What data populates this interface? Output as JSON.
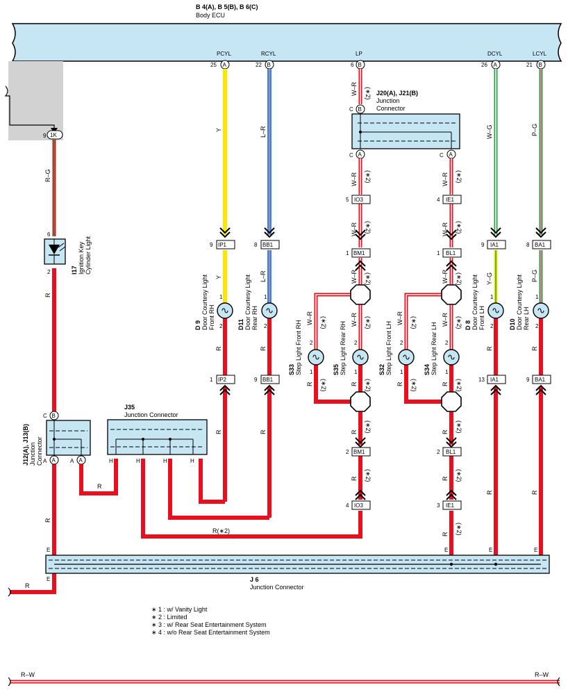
{
  "ecu": {
    "connector_title": "B 4(A), B 5(B), B 6(C)",
    "name": "Body ECU"
  },
  "pins": {
    "pcyl": {
      "name": "PCYL",
      "num": "25",
      "conn": "A"
    },
    "rcyl": {
      "name": "RCYL",
      "num": "22",
      "conn": "B"
    },
    "lp": {
      "name": "LP",
      "num": "6",
      "conn": "B"
    },
    "dcyl": {
      "name": "DCYL",
      "num": "26",
      "conn": "A"
    },
    "lcyl": {
      "name": "LCYL",
      "num": "21",
      "conn": "B"
    },
    "k1": {
      "num": "9",
      "conn": "1K"
    }
  },
  "wires": {
    "y": "Y",
    "lr": "L–R",
    "wr": "W–R",
    "wg": "W–G",
    "pg": "P–G",
    "rg": "R–G",
    "r": "R",
    "yg": "Y–G",
    "rw": "R–W",
    "r2": "R(∗2)",
    "note2": "(∗2)"
  },
  "junctions": {
    "j20": {
      "title": "J20(A), J21(B)",
      "line1": "Junction",
      "line2": "Connector",
      "c": "C",
      "b": "B",
      "a": "A"
    },
    "j35": {
      "title": "J35",
      "name": "Junction Connector",
      "h": "H"
    },
    "j12": {
      "title": "J12(A), J13(B)",
      "line1": "Junction",
      "line2": "Connector",
      "c": "C",
      "b": "B",
      "a": "A"
    },
    "j6": {
      "title": "J 6",
      "name": "Junction Connector",
      "e": "E"
    }
  },
  "connectors": {
    "ip1": "IP1",
    "bb1": "BB1",
    "io3": "IO3",
    "bm1": "BM1",
    "ie1": "IE1",
    "bl1": "BL1",
    "ia1": "IA1",
    "ba1": "BA1",
    "ip2": "IP2"
  },
  "components": {
    "i17": {
      "id": "I17",
      "name1": "Ignition Key",
      "name2": "Cylinder Light"
    },
    "d9": {
      "id": "D 9",
      "name1": "Door Courtesy Light",
      "name2": "Front RH"
    },
    "d11": {
      "id": "D11",
      "name1": "Door Courtesy Light",
      "name2": "Rear RH"
    },
    "s33": {
      "id": "S33",
      "name": "Step Light Front RH"
    },
    "s35": {
      "id": "S35",
      "name": "Step Light Rear RH"
    },
    "s32": {
      "id": "S32",
      "name": "Step Light Front LH"
    },
    "s34": {
      "id": "S34",
      "name": "Step Light Rear LH"
    },
    "d8": {
      "id": "D 8",
      "name1": "Door Courtesy Light",
      "name2": "Front LH"
    },
    "d10": {
      "id": "D10",
      "name1": "Door Courtesy Light",
      "name2": "Rear LH"
    }
  },
  "pinnums": {
    "n1": "1",
    "n2": "2",
    "n3": "3",
    "n4": "4",
    "n5": "5",
    "n6": "6",
    "n8": "8",
    "n9": "9",
    "n13": "13"
  },
  "footnotes": [
    "∗ 1 : w/ Vanity Light",
    "∗ 2 : Limited",
    "∗ 3 : w/ Rear Seat Entertainment System",
    "∗ 4 : w/o Rear Seat Entertainment System"
  ],
  "colors": {
    "red": "#e8101e",
    "yellow": "#fbe800",
    "blue": "#2a8ce0",
    "green": "#2aa04a",
    "pink": "#e97aa0",
    "box": "#c6e6f3"
  }
}
